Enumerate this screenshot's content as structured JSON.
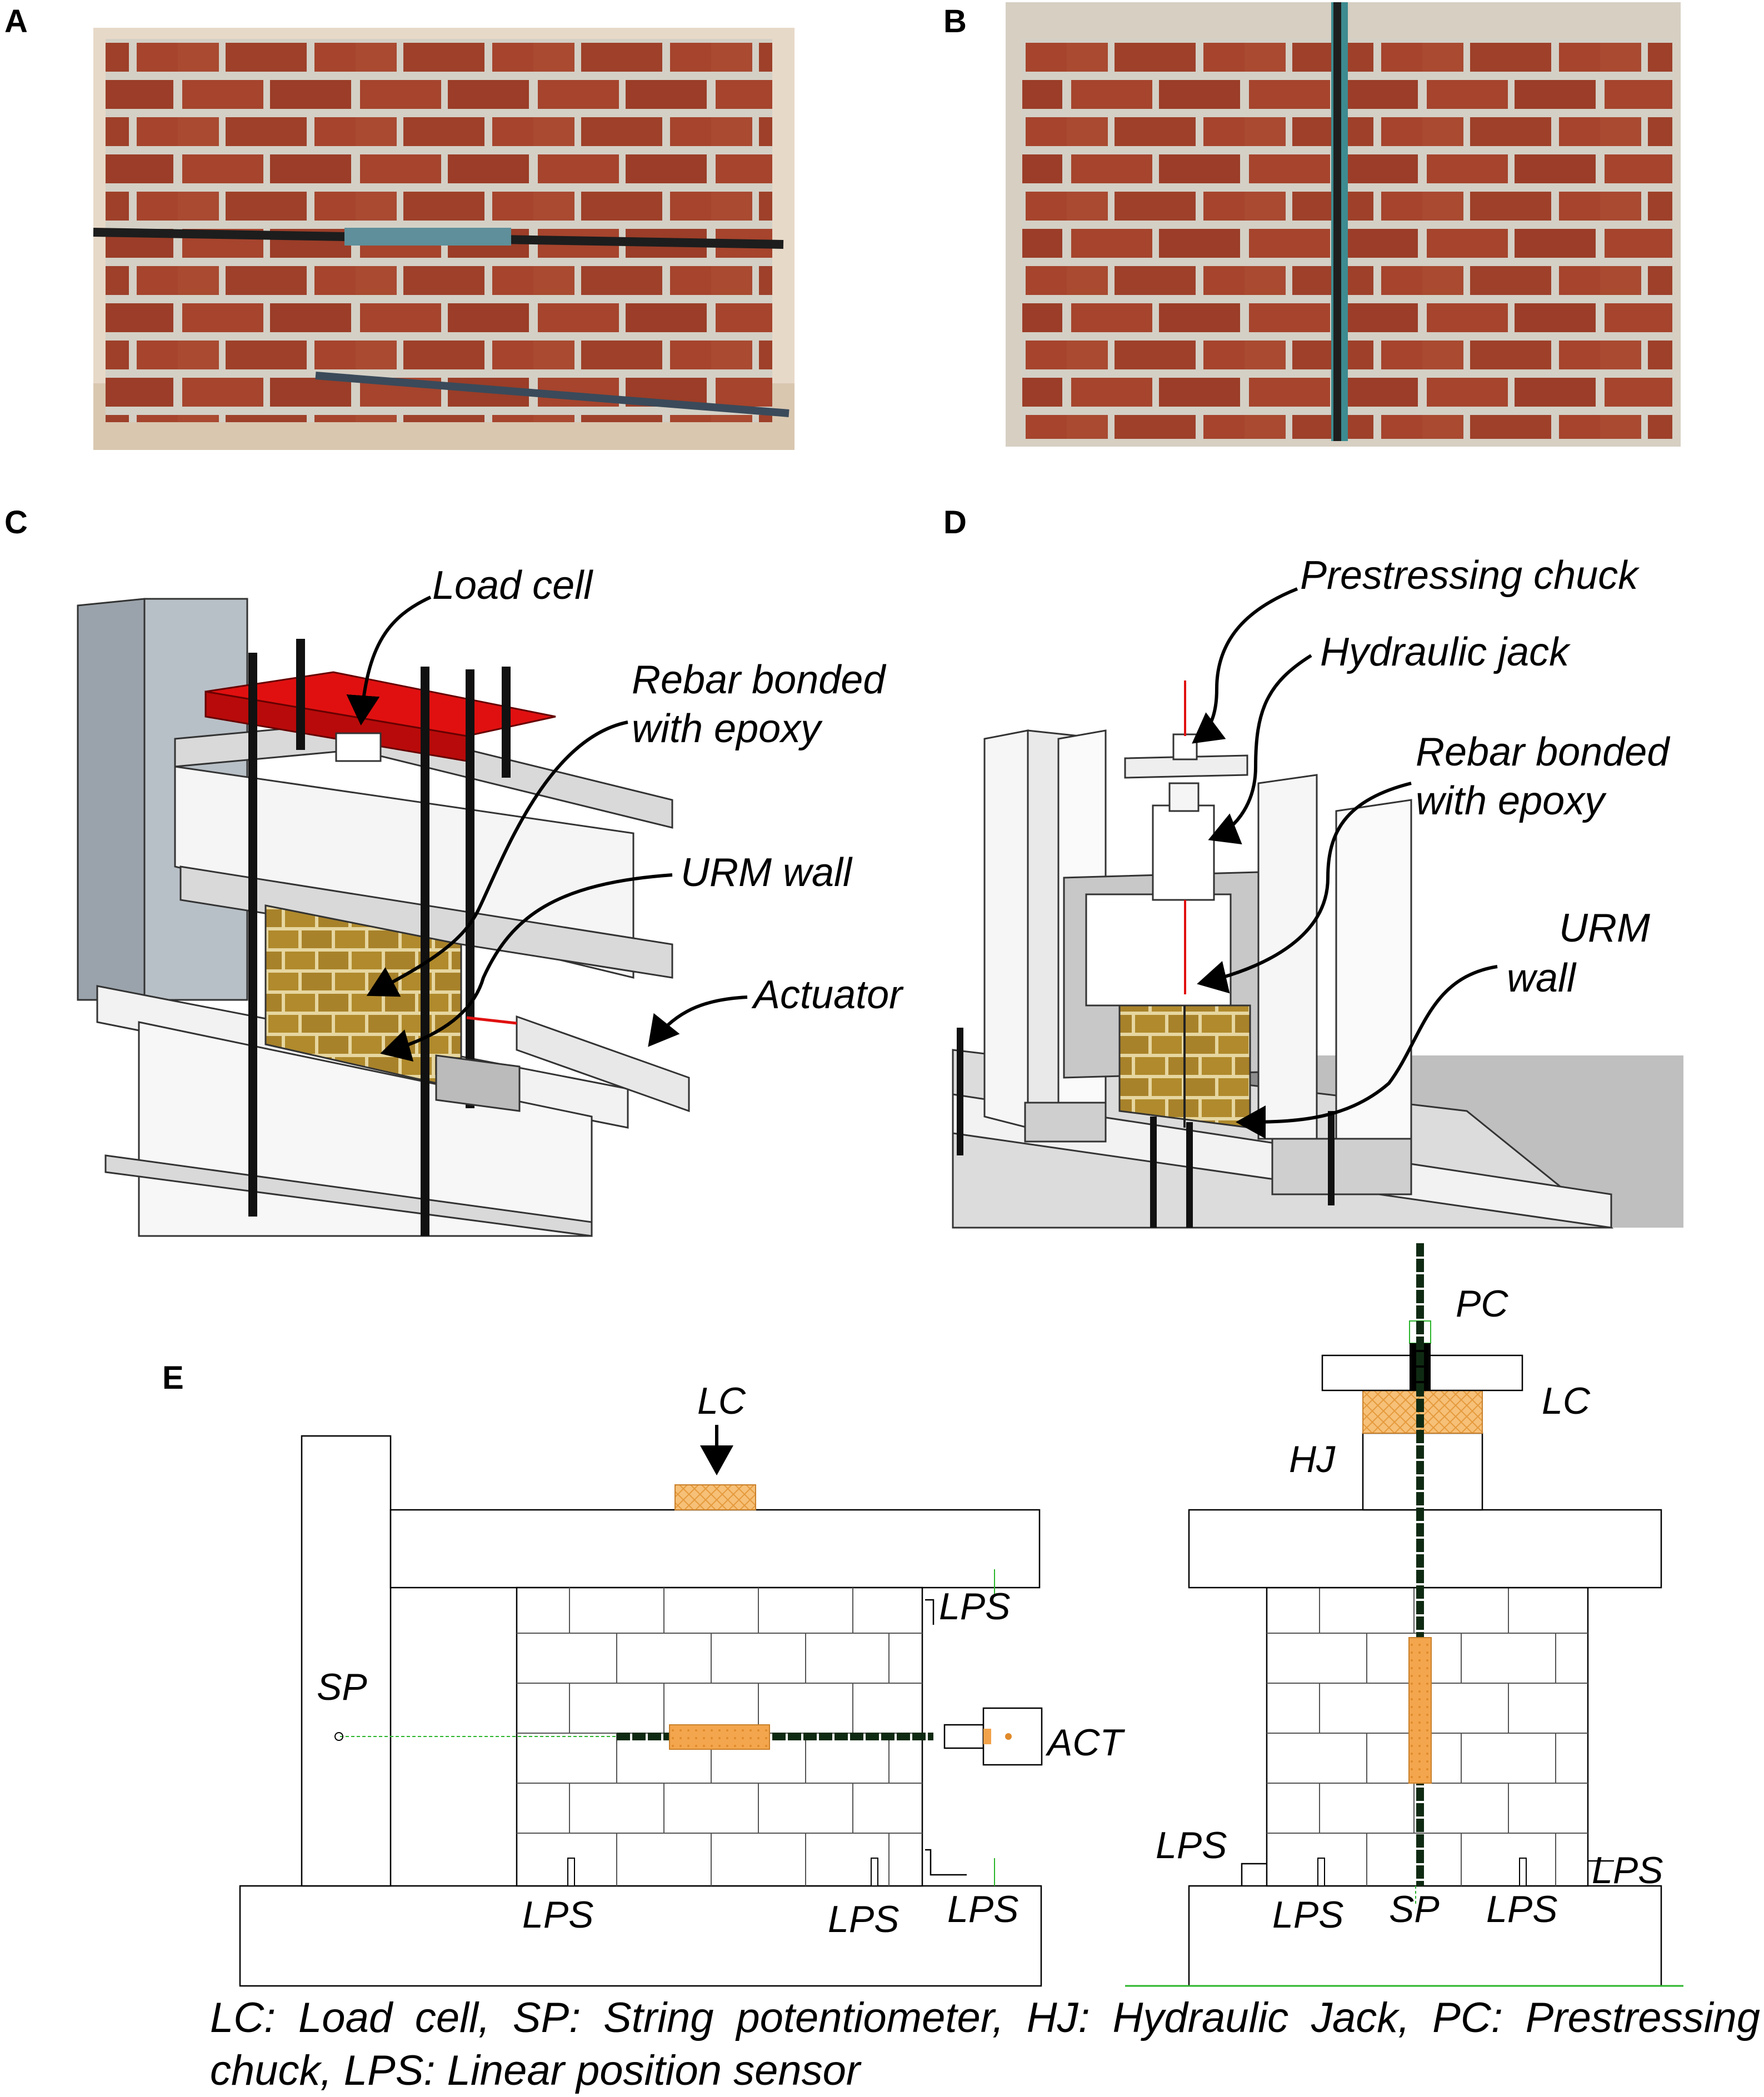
{
  "panels": {
    "a": "A",
    "b": "B",
    "c": "C",
    "d": "D",
    "e": "E"
  },
  "panel_c": {
    "load_cell": "Load cell",
    "rebar_line1": "Rebar bonded",
    "rebar_line2": "with epoxy",
    "urm_wall": "URM wall",
    "actuator": "Actuator"
  },
  "panel_d": {
    "prestressing_chuck": "Prestressing chuck",
    "hydraulic_jack": "Hydraulic jack",
    "rebar_line1": "Rebar bonded",
    "rebar_line2": "with epoxy",
    "urm_line1": "URM",
    "urm_line2": "wall"
  },
  "panel_e_left": {
    "lc": "LC",
    "sp": "SP",
    "act": "ACT",
    "lps_top": "LPS",
    "lps_bottom_1": "LPS",
    "lps_bottom_2": "LPS",
    "lps_bottom_3": "LPS"
  },
  "panel_e_right": {
    "pc": "PC",
    "lc": "LC",
    "hj": "HJ",
    "lps_left": "LPS",
    "lps_right": "LPS",
    "lps_bottom_1": "LPS",
    "sp": "SP",
    "lps_bottom_2": "LPS"
  },
  "caption": "LC: Load cell, SP: String potentiometer, HJ: Hydraulic Jack, PC: Prestressing chuck, LPS: Linear position sensor",
  "colors": {
    "brick": "#a8452e",
    "mortar": "#d8d4cc",
    "model_brick": "#b08a2c",
    "load_plate": "#e01010",
    "column": "#a9b1b8",
    "gauge": "#f2a24a",
    "string": "#2bb52b"
  }
}
